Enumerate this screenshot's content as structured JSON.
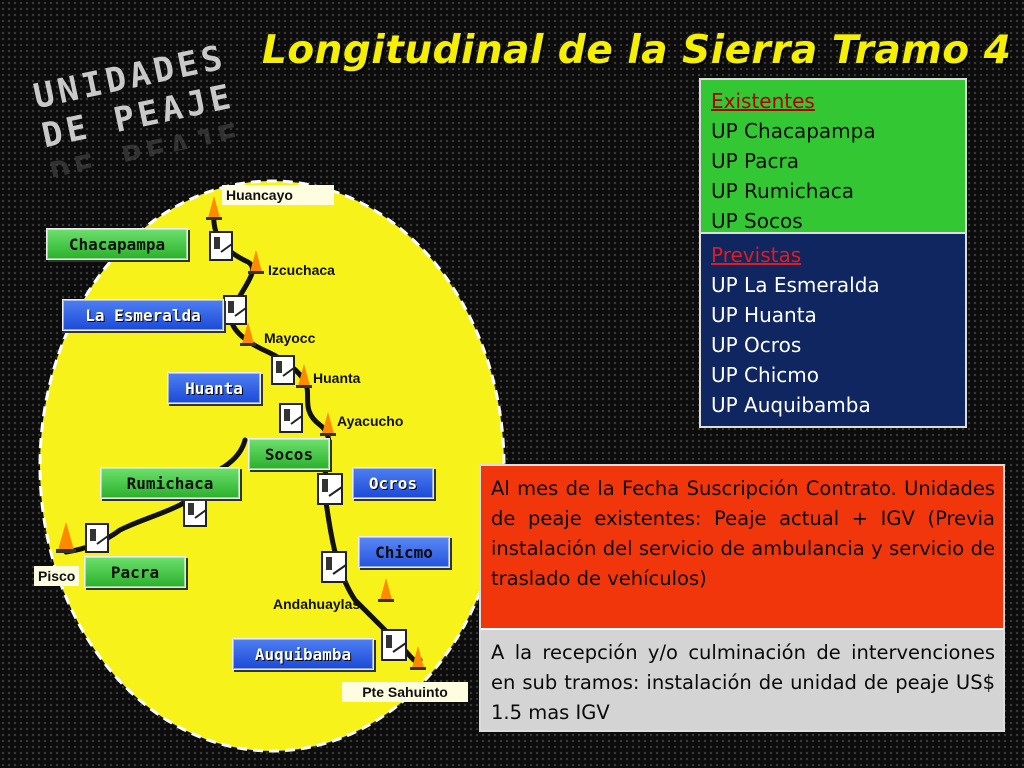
{
  "title": "Longitudinal de la Sierra Tramo 4",
  "side_heading": {
    "line1": "UNIDADES",
    "line2": "DE PEAJE"
  },
  "cities": {
    "huancayo": "Huancayo",
    "izcuchaca": "Izcuchaca",
    "mayocc": "Mayocc",
    "huanta": "Huanta",
    "ayacucho": "Ayacucho",
    "pisco": "Pisco",
    "andahuaylas": "Andahuaylas",
    "pte_sahuinto": "Pte Sahuinto"
  },
  "toll_badges": {
    "chacapampa": "Chacapampa",
    "la_esmeralda": "La Esmeralda",
    "huanta": "Huanta",
    "socos": "Socos",
    "rumichaca": "Rumichaca",
    "ocros": "Ocros",
    "chicmo": "Chicmo",
    "pacra": "Pacra",
    "auquibamba": "Auquibamba"
  },
  "units_table": {
    "existing": {
      "heading": "Existentes",
      "items": [
        "UP Chacapampa",
        "UP Pacra",
        "UP Rumichaca",
        "UP Socos"
      ]
    },
    "planned": {
      "heading": "Previstas",
      "items": [
        "UP La Esmeralda",
        "UP Huanta",
        "UP Ocros",
        "UP Chicmo",
        "UP Auquibamba"
      ]
    }
  },
  "info_box": {
    "red_text": "Al mes de la Fecha Suscripción Contrato. Unidades de peaje existentes: Peaje actual + IGV (Previa instalación del servicio de ambulancia y servicio de traslado de vehículos)",
    "gray_text": "A la recepción y/o culminación de intervenciones en sub tramos: instalación de unidad de peaje US$ 1.5 mas IGV"
  },
  "colors": {
    "title": "#f5f000",
    "map_fill": "#f7f21a",
    "existing_badge": "#2bb02b",
    "planned_badge": "#1b4ad8",
    "existing_panel": "#33c733",
    "planned_panel": "#0f2660",
    "info_red": "#f2360c",
    "info_gray": "#d4d4d4"
  }
}
